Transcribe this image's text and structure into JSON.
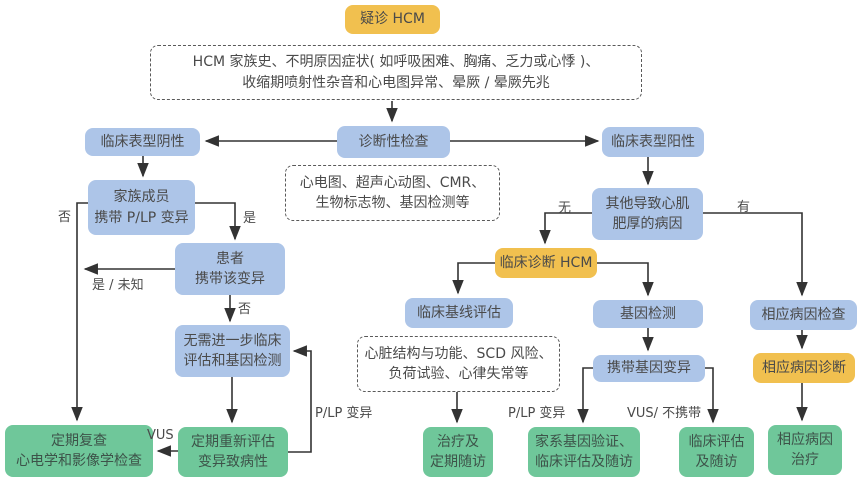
{
  "colors": {
    "yellow": "#F1C04F",
    "blue": "#ADC5E8",
    "green": "#6FC79A",
    "line": "#333333",
    "text": "#4A4A4A"
  },
  "nodes": {
    "suspect_hcm": "疑诊 HCM",
    "criteria": "HCM 家族史、不明原因症状( 如呼吸困难、胸痛、乏力或心悸 )、\n收缩期喷射性杂音和心电图异常、晕厥 / 晕厥先兆",
    "phenotype_negative": "临床表型阴性",
    "diagnostic_test": "诊断性检查",
    "phenotype_positive": "临床表型阳性",
    "test_methods": "心电图、超声心动图、CMR、\n生物标志物、基因检测等",
    "family_member": "家族成员\n携带 P/LP 变异",
    "other_causes": "其他导致心肌\n肥厚的病因",
    "patient_carries": "患者\n携带该变异",
    "clinical_dx": "临床诊断 HCM",
    "baseline_eval": "临床基线评估",
    "gene_test": "基因检测",
    "etiology_exam": "相应病因检查",
    "no_further": "无需进一步临床\n评估和基因检测",
    "eval_items": "心脏结构与功能、SCD 风险、\n负荷试验、心律失常等",
    "carries_variant": "携带基因变异",
    "etiology_dx": "相应病因诊断",
    "periodic_review": "定期复查\n心电学和影像学检查",
    "reassess": "定期重新评估\n变异致病性",
    "treat_followup": "治疗及\n定期随访",
    "family_validation": "家系基因验证、\n临床评估及随访",
    "clinical_eval_followup": "临床评估\n及随访",
    "etiology_treat": "相应病因\n治疗"
  },
  "edge_labels": {
    "no_left": "否",
    "yes_right": "是",
    "yes_unknown": "是 / 未知",
    "no_down": "否",
    "wu": "无",
    "you": "有",
    "vus": "VUS",
    "plp_feedback": "P/LP 变异",
    "plp_family": "P/LP 变异",
    "vus_not_carry": "VUS/ 不携带"
  }
}
